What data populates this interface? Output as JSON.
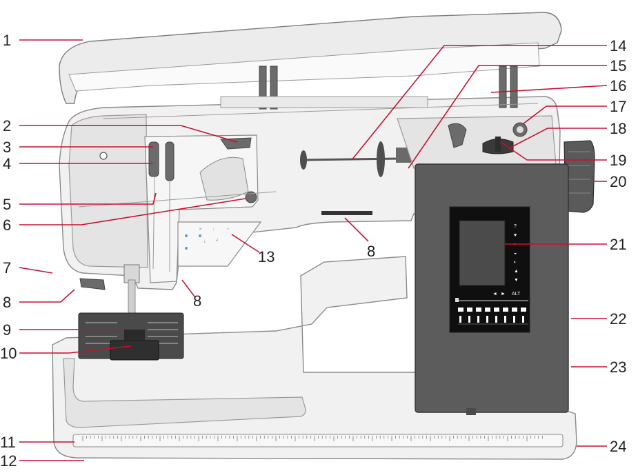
{
  "callouts": [
    {
      "id": "1",
      "label": "1"
    },
    {
      "id": "2",
      "label": "2"
    },
    {
      "id": "3",
      "label": "3"
    },
    {
      "id": "4",
      "label": "4"
    },
    {
      "id": "5",
      "label": "5"
    },
    {
      "id": "6",
      "label": "6"
    },
    {
      "id": "7",
      "label": "7"
    },
    {
      "id": "8a",
      "label": "8"
    },
    {
      "id": "9",
      "label": "9"
    },
    {
      "id": "10",
      "label": "10"
    },
    {
      "id": "11",
      "label": "11"
    },
    {
      "id": "12",
      "label": "12"
    },
    {
      "id": "8b",
      "label": "8"
    },
    {
      "id": "13",
      "label": "13"
    },
    {
      "id": "8c",
      "label": "8"
    },
    {
      "id": "14",
      "label": "14"
    },
    {
      "id": "15",
      "label": "15"
    },
    {
      "id": "16",
      "label": "16"
    },
    {
      "id": "17",
      "label": "17"
    },
    {
      "id": "18",
      "label": "18"
    },
    {
      "id": "19",
      "label": "19"
    },
    {
      "id": "20",
      "label": "20"
    },
    {
      "id": "21",
      "label": "21"
    },
    {
      "id": "22",
      "label": "22"
    },
    {
      "id": "23",
      "label": "23"
    },
    {
      "id": "24",
      "label": "24"
    }
  ],
  "screen": {
    "alt_label": "ALT",
    "side_icons": [
      "?",
      "♥",
      "▪",
      "◒",
      "◐",
      "▲",
      "▼"
    ],
    "arrows": [
      "◄",
      "►"
    ]
  },
  "colors": {
    "leader": "#c8102e",
    "text": "#222222",
    "panel": "#5c5c5c",
    "screen": "#1a1a1a"
  }
}
